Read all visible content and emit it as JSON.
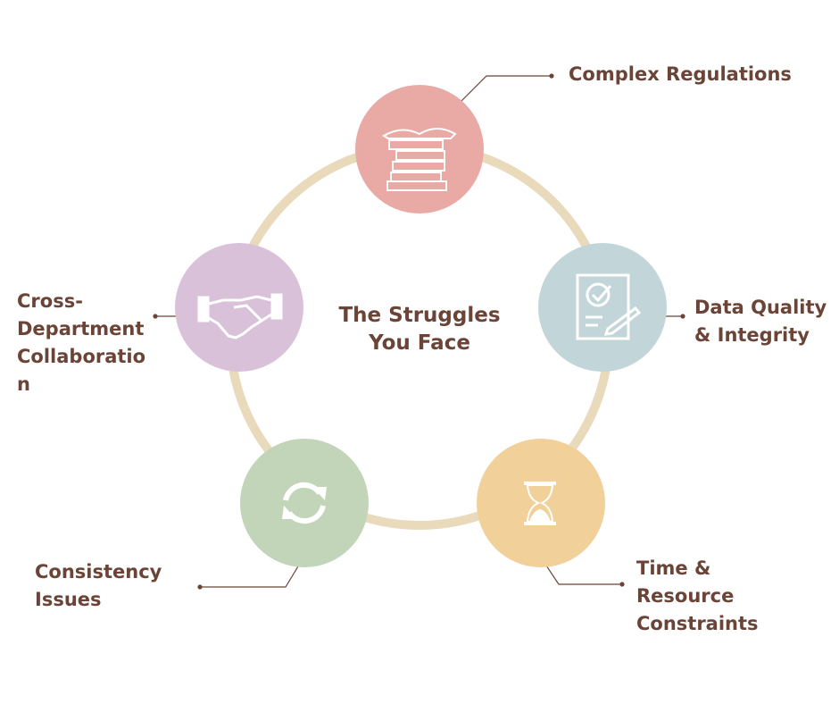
{
  "title": {
    "line1": "The Struggles",
    "line2": "You Face"
  },
  "nodes": [
    {
      "label": [
        "Complex Regulations"
      ],
      "icon": "books-stack-icon",
      "color": "#e9aaa6"
    },
    {
      "label": [
        "Data Quality",
        "& Integrity"
      ],
      "icon": "checklist-document-icon",
      "color": "#c2d5d8"
    },
    {
      "label": [
        "Time &",
        "Resource",
        "Constraints"
      ],
      "icon": "hourglass-icon",
      "color": "#f1d09a"
    },
    {
      "label": [
        "Consistency",
        "Issues"
      ],
      "icon": "refresh-arrows-icon",
      "color": "#c3d5b9"
    },
    {
      "label": [
        "Cross-",
        "Department",
        "Collaboratio",
        "n"
      ],
      "icon": "handshake-icon",
      "color": "#d9c1da"
    }
  ],
  "colors": {
    "ring": "#e8dabb",
    "text": "#6b4438",
    "connector": "#6b4438"
  }
}
